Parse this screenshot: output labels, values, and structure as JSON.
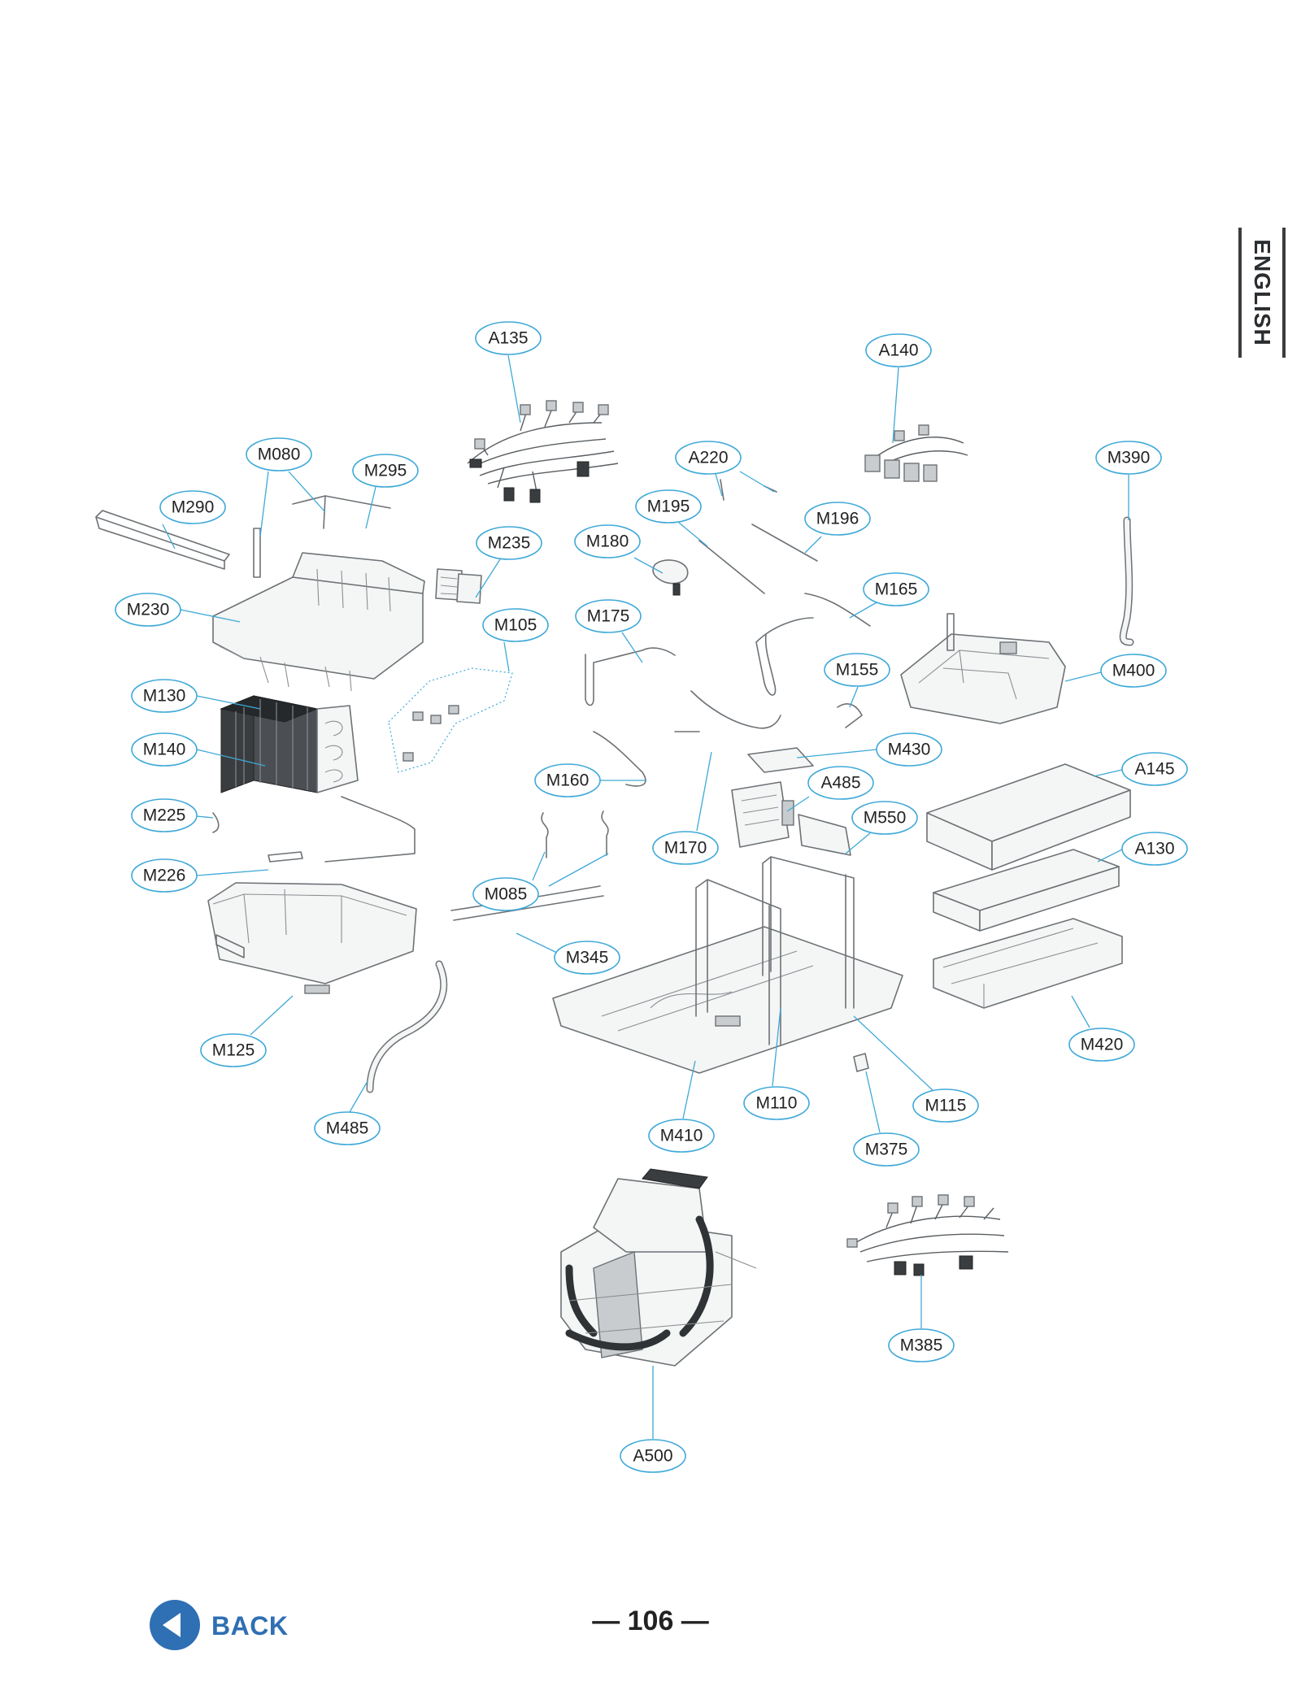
{
  "side_tab": {
    "label": "ENGLISH"
  },
  "callouts": [
    {
      "id": "A135"
    },
    {
      "id": "A140"
    },
    {
      "id": "M080"
    },
    {
      "id": "M295"
    },
    {
      "id": "M290"
    },
    {
      "id": "A220"
    },
    {
      "id": "M390"
    },
    {
      "id": "M195"
    },
    {
      "id": "M196"
    },
    {
      "id": "M235"
    },
    {
      "id": "M180"
    },
    {
      "id": "M230"
    },
    {
      "id": "M165"
    },
    {
      "id": "M105"
    },
    {
      "id": "M175"
    },
    {
      "id": "M155"
    },
    {
      "id": "M400"
    },
    {
      "id": "M130"
    },
    {
      "id": "M430"
    },
    {
      "id": "M140"
    },
    {
      "id": "A145"
    },
    {
      "id": "A485"
    },
    {
      "id": "M160"
    },
    {
      "id": "M225"
    },
    {
      "id": "M550"
    },
    {
      "id": "M170"
    },
    {
      "id": "A130"
    },
    {
      "id": "M226"
    },
    {
      "id": "M085"
    },
    {
      "id": "M345"
    },
    {
      "id": "M420"
    },
    {
      "id": "M125"
    },
    {
      "id": "M110"
    },
    {
      "id": "M115"
    },
    {
      "id": "M485"
    },
    {
      "id": "M410"
    },
    {
      "id": "M375"
    },
    {
      "id": "M385"
    },
    {
      "id": "A500"
    }
  ],
  "footer": {
    "back_label": "BACK",
    "page_number": "— 106 —"
  }
}
